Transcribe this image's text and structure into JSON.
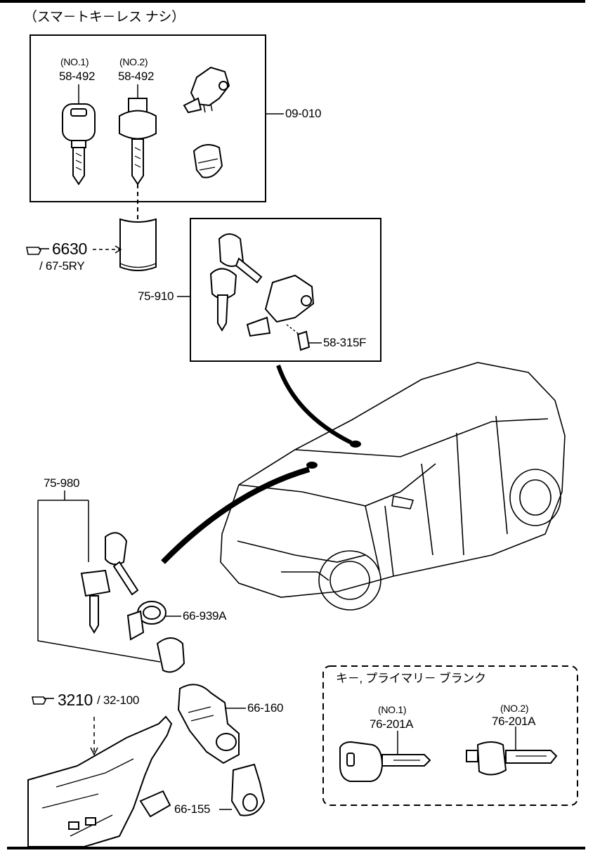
{
  "header": {
    "title": "（スマ－トキ－レス ナシ）"
  },
  "group_top": {
    "key_no1": {
      "tag": "(NO.1)",
      "part": "58-492"
    },
    "key_no2": {
      "tag": "(NO.2)",
      "part": "58-492"
    },
    "set_part": "09-010"
  },
  "ref_6630": {
    "number": "6630",
    "sub": "/ 67-5RY"
  },
  "group_mid": {
    "set_part": "75-910",
    "sub_part": "58-315F"
  },
  "group_left": {
    "set_part": "75-980",
    "ring_part": "66-939A",
    "switch_part": "66-160",
    "cylinder_part": "66-155"
  },
  "ref_3210": {
    "number": "3210",
    "sub": "/ 32-100"
  },
  "blank_box": {
    "title": "キ－, プライマリ－ ブランク",
    "key_no1": {
      "tag": "(NO.1)",
      "part": "76-201A"
    },
    "key_no2": {
      "tag": "(NO.2)",
      "part": "76-201A"
    }
  },
  "icons": {
    "pointing_hand": "pointing-hand-icon"
  }
}
